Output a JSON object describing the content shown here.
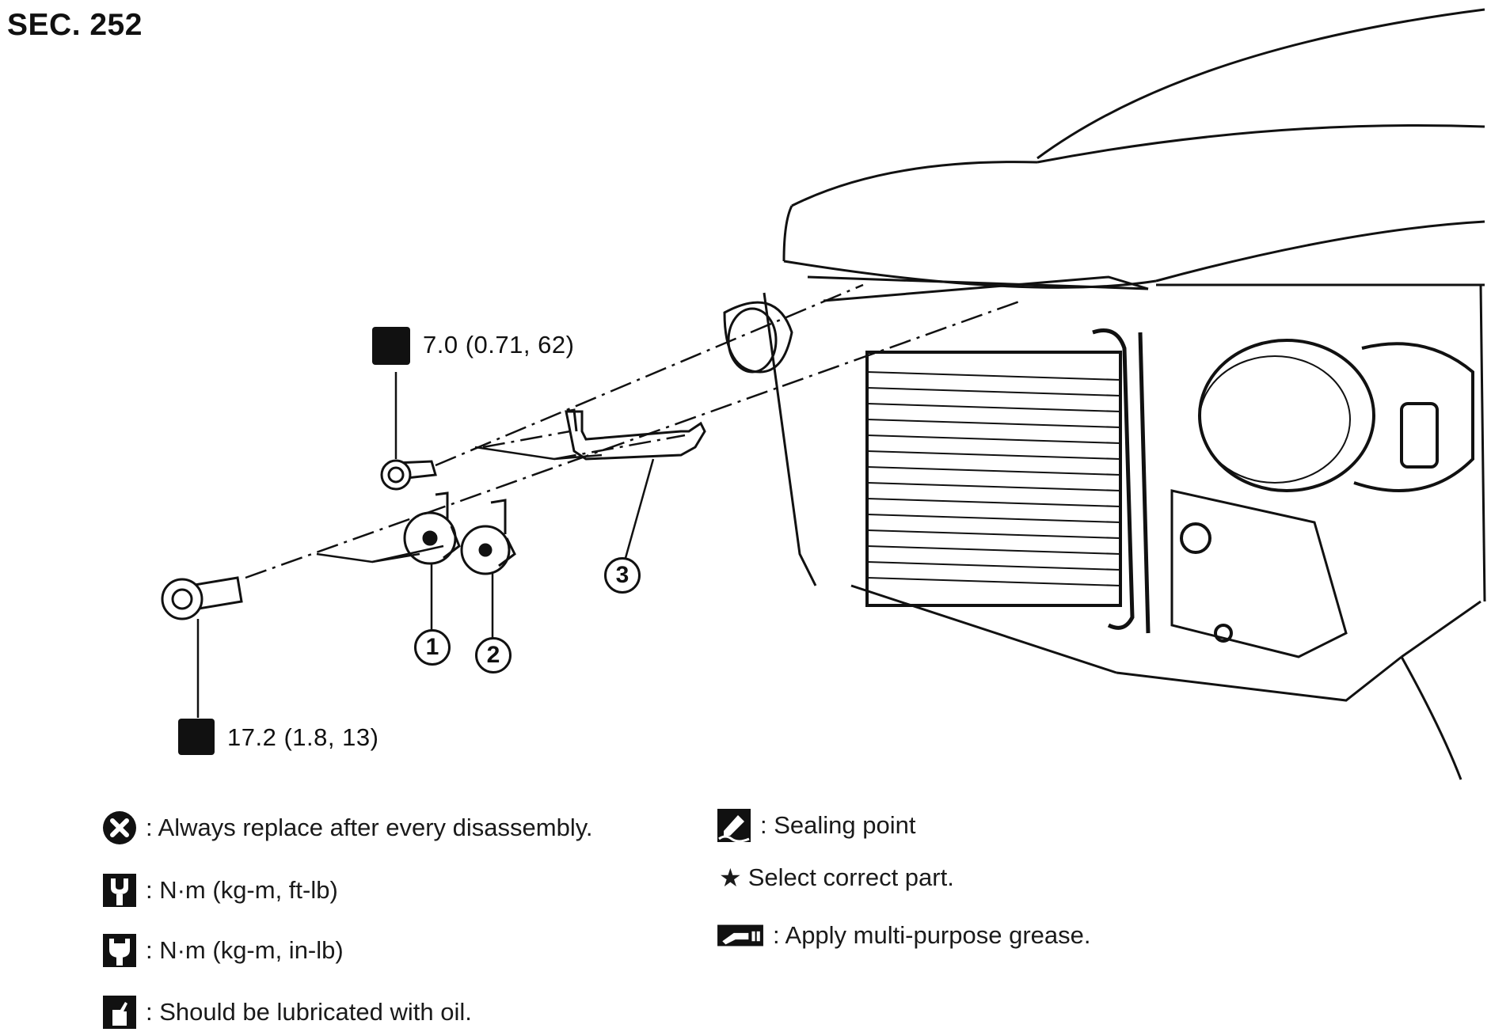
{
  "header": {
    "section": "SEC. 252"
  },
  "torque_specs": {
    "upper_bolt": "7.0 (0.71, 62)",
    "lower_bolt": "17.2 (1.8, 13)"
  },
  "callouts": {
    "c1": "1",
    "c2": "2",
    "c3": "3"
  },
  "legend": {
    "always_replace": ": Always replace after every disassembly.",
    "torque_ftlb": ": N·m (kg-m, ft-lb)",
    "torque_inlb": ": N·m (kg-m, in-lb)",
    "lubricate_oil": ": Should be lubricated with oil.",
    "sealing_point": ": Sealing point",
    "select_part": "Select correct part.",
    "grease": ": Apply multi-purpose grease."
  },
  "icons": {
    "always_replace": "x-circle-icon",
    "torque_ftlb": "wrench-open-icon",
    "torque_inlb": "wrench-filled-icon",
    "lubricate_oil": "oil-can-icon",
    "sealing_point": "sealant-icon",
    "select_part": "star-icon",
    "grease": "grease-gun-icon"
  }
}
